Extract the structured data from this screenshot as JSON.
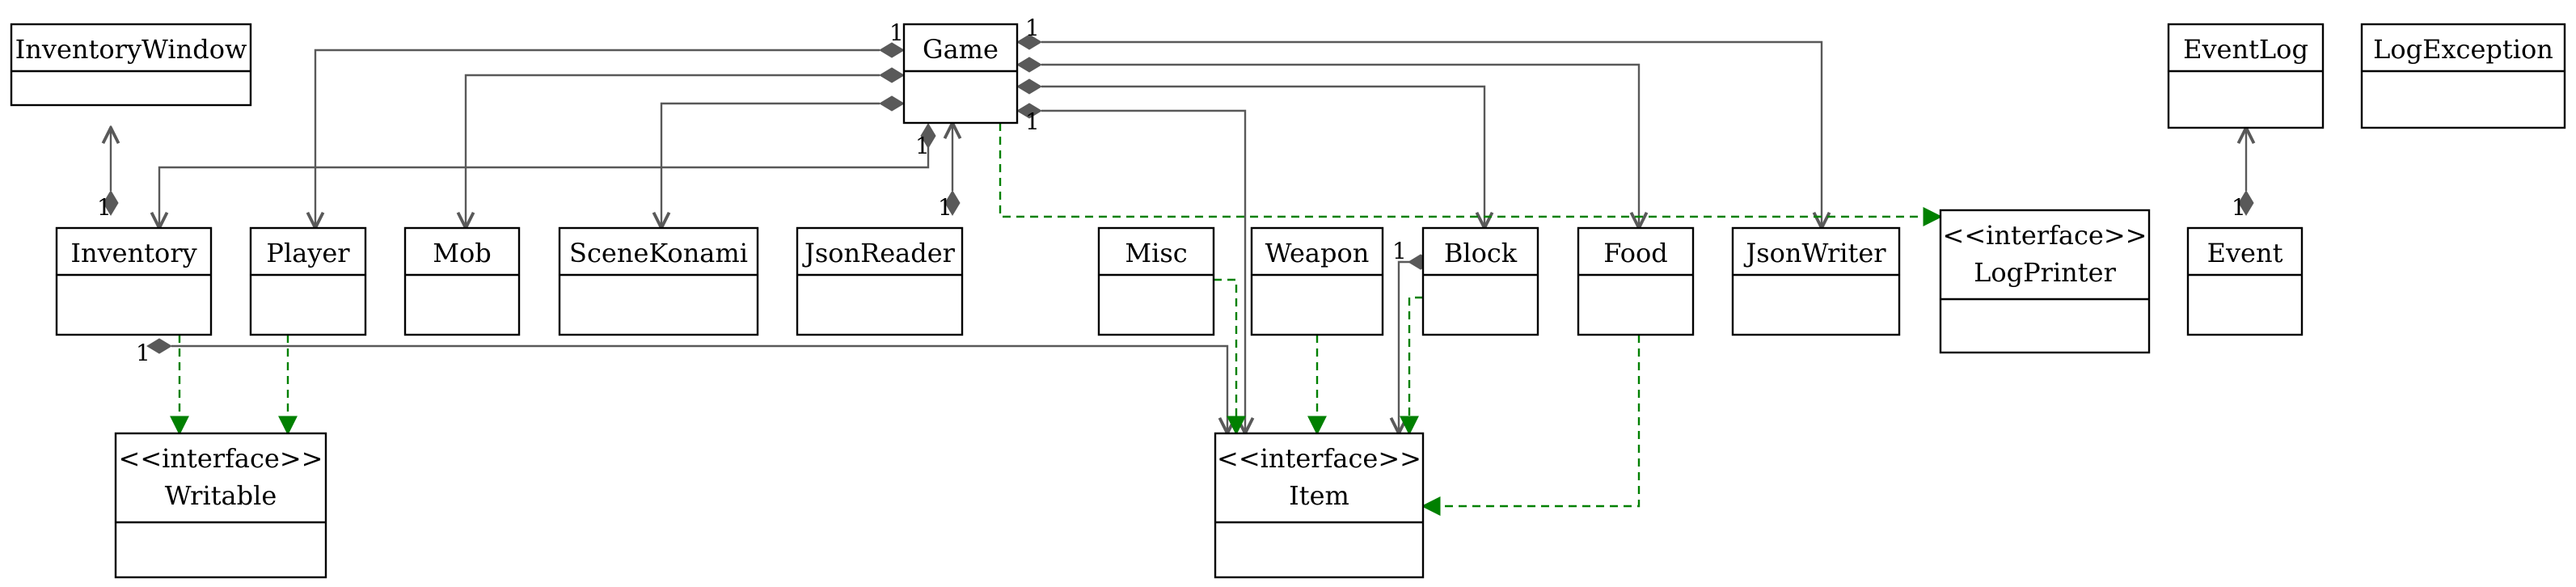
{
  "diagram": {
    "type": "UML class diagram",
    "classes": [
      {
        "id": "inventorywindow",
        "lines": [
          "InventoryWindow"
        ]
      },
      {
        "id": "game",
        "lines": [
          "Game"
        ]
      },
      {
        "id": "eventlog",
        "lines": [
          "EventLog"
        ]
      },
      {
        "id": "logexception",
        "lines": [
          "LogException"
        ]
      },
      {
        "id": "inventory",
        "lines": [
          "Inventory"
        ]
      },
      {
        "id": "player",
        "lines": [
          "Player"
        ]
      },
      {
        "id": "mob",
        "lines": [
          "Mob"
        ]
      },
      {
        "id": "scenekonami",
        "lines": [
          "SceneKonami"
        ]
      },
      {
        "id": "jsonreader",
        "lines": [
          "JsonReader"
        ]
      },
      {
        "id": "misc",
        "lines": [
          "Misc"
        ]
      },
      {
        "id": "weapon",
        "lines": [
          "Weapon"
        ]
      },
      {
        "id": "block",
        "lines": [
          "Block"
        ]
      },
      {
        "id": "food",
        "lines": [
          "Food"
        ]
      },
      {
        "id": "jsonwriter",
        "lines": [
          "JsonWriter"
        ]
      },
      {
        "id": "logprinter",
        "lines": [
          "<<interface>>",
          "LogPrinter"
        ]
      },
      {
        "id": "event",
        "lines": [
          "Event"
        ]
      },
      {
        "id": "writable",
        "lines": [
          "<<interface>>",
          "Writable"
        ]
      },
      {
        "id": "item",
        "lines": [
          "<<interface>>",
          "Item"
        ]
      }
    ],
    "relations": [
      {
        "kind": "composition",
        "from": "game",
        "to": "player",
        "multiplicity": "1"
      },
      {
        "kind": "composition",
        "from": "game",
        "to": "mob",
        "multiplicity": ""
      },
      {
        "kind": "composition",
        "from": "game",
        "to": "scenekonami",
        "multiplicity": ""
      },
      {
        "kind": "composition",
        "from": "game",
        "to": "inventory",
        "multiplicity": "1"
      },
      {
        "kind": "composition",
        "from": "game",
        "to": "jsonwriter",
        "multiplicity": "1"
      },
      {
        "kind": "composition",
        "from": "game",
        "to": "block",
        "multiplicity": ""
      },
      {
        "kind": "composition",
        "from": "game",
        "to": "food",
        "multiplicity": ""
      },
      {
        "kind": "composition",
        "from": "game",
        "to": "item",
        "multiplicity": "1"
      },
      {
        "kind": "composition",
        "from": "jsonreader",
        "to": "game",
        "multiplicity": "1"
      },
      {
        "kind": "composition",
        "from": "inventory",
        "to": "inventorywindow",
        "multiplicity": "1"
      },
      {
        "kind": "composition",
        "from": "inventory",
        "to": "item",
        "multiplicity": "1"
      },
      {
        "kind": "composition",
        "from": "block",
        "to": "item",
        "multiplicity": "1"
      },
      {
        "kind": "composition",
        "from": "event",
        "to": "eventlog",
        "multiplicity": "1"
      },
      {
        "kind": "realization",
        "from": "game",
        "to": "logprinter"
      },
      {
        "kind": "realization",
        "from": "inventory",
        "to": "writable"
      },
      {
        "kind": "realization",
        "from": "player",
        "to": "writable"
      },
      {
        "kind": "realization",
        "from": "misc",
        "to": "item"
      },
      {
        "kind": "realization",
        "from": "weapon",
        "to": "item"
      },
      {
        "kind": "realization",
        "from": "block",
        "to": "item"
      },
      {
        "kind": "realization",
        "from": "food",
        "to": "item"
      }
    ]
  },
  "colors": {
    "composition": "#595959",
    "realization": "#008000",
    "box_stroke": "#000000"
  }
}
